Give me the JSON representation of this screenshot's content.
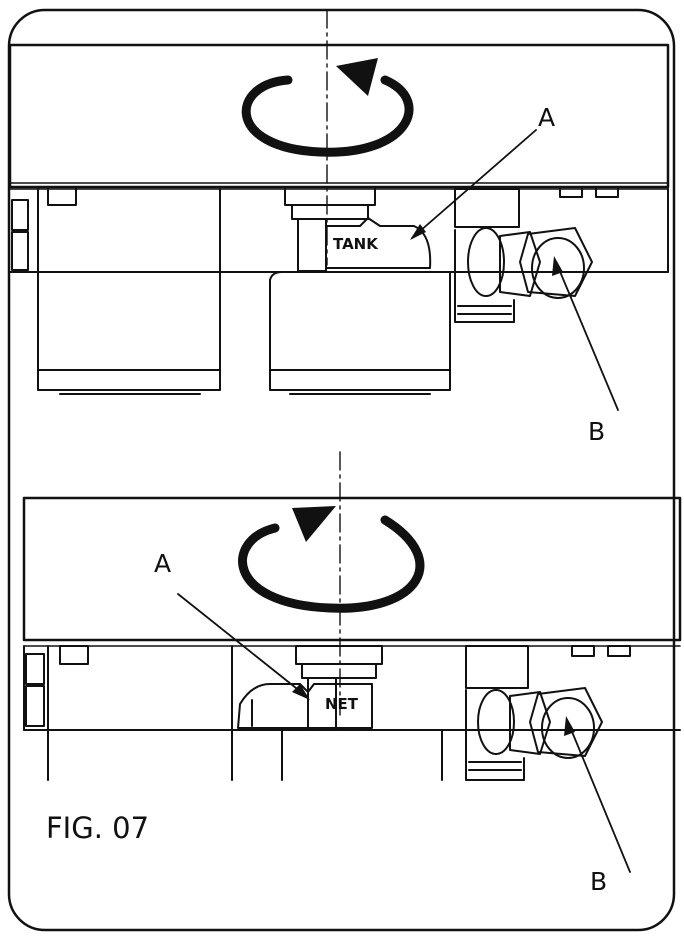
{
  "figure_label": "FIG. 07",
  "top_view": {
    "callout_a": "A",
    "callout_b": "B",
    "lever_text": "TANK"
  },
  "bottom_view": {
    "callout_a": "A",
    "callout_b": "B",
    "lever_text": "NET"
  },
  "colors": {
    "line": "#111111",
    "background": "#ffffff"
  }
}
